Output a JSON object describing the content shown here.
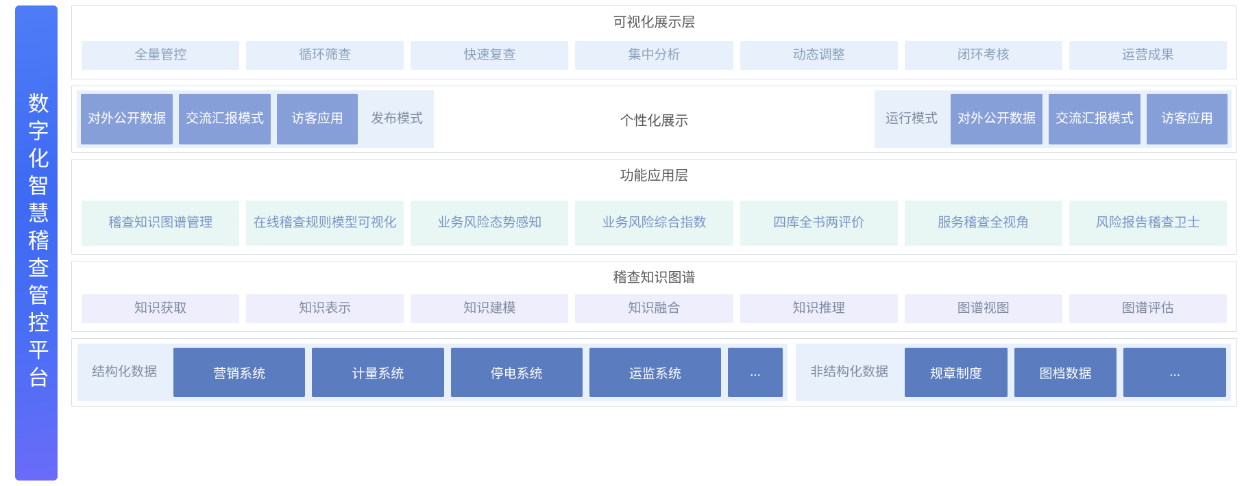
{
  "platform": {
    "title": "数字化智慧稽查管控平台"
  },
  "colors": {
    "sidebar_gradient_from": "#4f7df6",
    "sidebar_gradient_to": "#6b6cf8",
    "chip_vis_bg": "#e8f1fb",
    "chip_vis_text": "#8aa0bd",
    "chip_func_bg": "#e9f7f4",
    "chip_func_text": "#7a95c8",
    "chip_kg_bg": "#eeeefc",
    "chip_kg_text": "#7f8ba0",
    "chip_solid_bg": "#879fd8",
    "chip_data_bg": "#5b7cbe",
    "panel_border": "#d8dde3",
    "title_text": "#595959"
  },
  "layers": {
    "visualization": {
      "title": "可视化展示层",
      "items": [
        "全量管控",
        "循环筛查",
        "快速复查",
        "集中分析",
        "动态调整",
        "闭环考核",
        "运营成果"
      ]
    },
    "personalized": {
      "title": "个性化展示",
      "left_group": [
        {
          "label": "对外公开数据",
          "style": "solid"
        },
        {
          "label": "交流汇报模式",
          "style": "solid"
        },
        {
          "label": "访客应用",
          "style": "solid"
        },
        {
          "label": "发布模式",
          "style": "ghost"
        }
      ],
      "right_group": [
        {
          "label": "运行模式",
          "style": "ghost"
        },
        {
          "label": "对外公开数据",
          "style": "solid"
        },
        {
          "label": "交流汇报模式",
          "style": "solid"
        },
        {
          "label": "访客应用",
          "style": "solid"
        }
      ]
    },
    "functional": {
      "title": "功能应用层",
      "items": [
        "稽查知识图谱管理",
        "在线稽查规则模型可视化",
        "业务风险态势感知",
        "业务风险综合指数",
        "四库全书两评价",
        "服务稽查全视角",
        "风险报告稽查卫士"
      ]
    },
    "knowledge_graph": {
      "title": "稽查知识图谱",
      "items": [
        "知识获取",
        "知识表示",
        "知识建模",
        "知识融合",
        "知识推理",
        "图谱视图",
        "图谱评估"
      ]
    },
    "data_sources": {
      "structured": {
        "label": "结构化数据",
        "items": [
          "营销系统",
          "计量系统",
          "停电系统",
          "运监系统",
          "..."
        ]
      },
      "unstructured": {
        "label": "非结构化数据",
        "items": [
          "规章制度",
          "图档数据",
          "..."
        ]
      }
    }
  }
}
